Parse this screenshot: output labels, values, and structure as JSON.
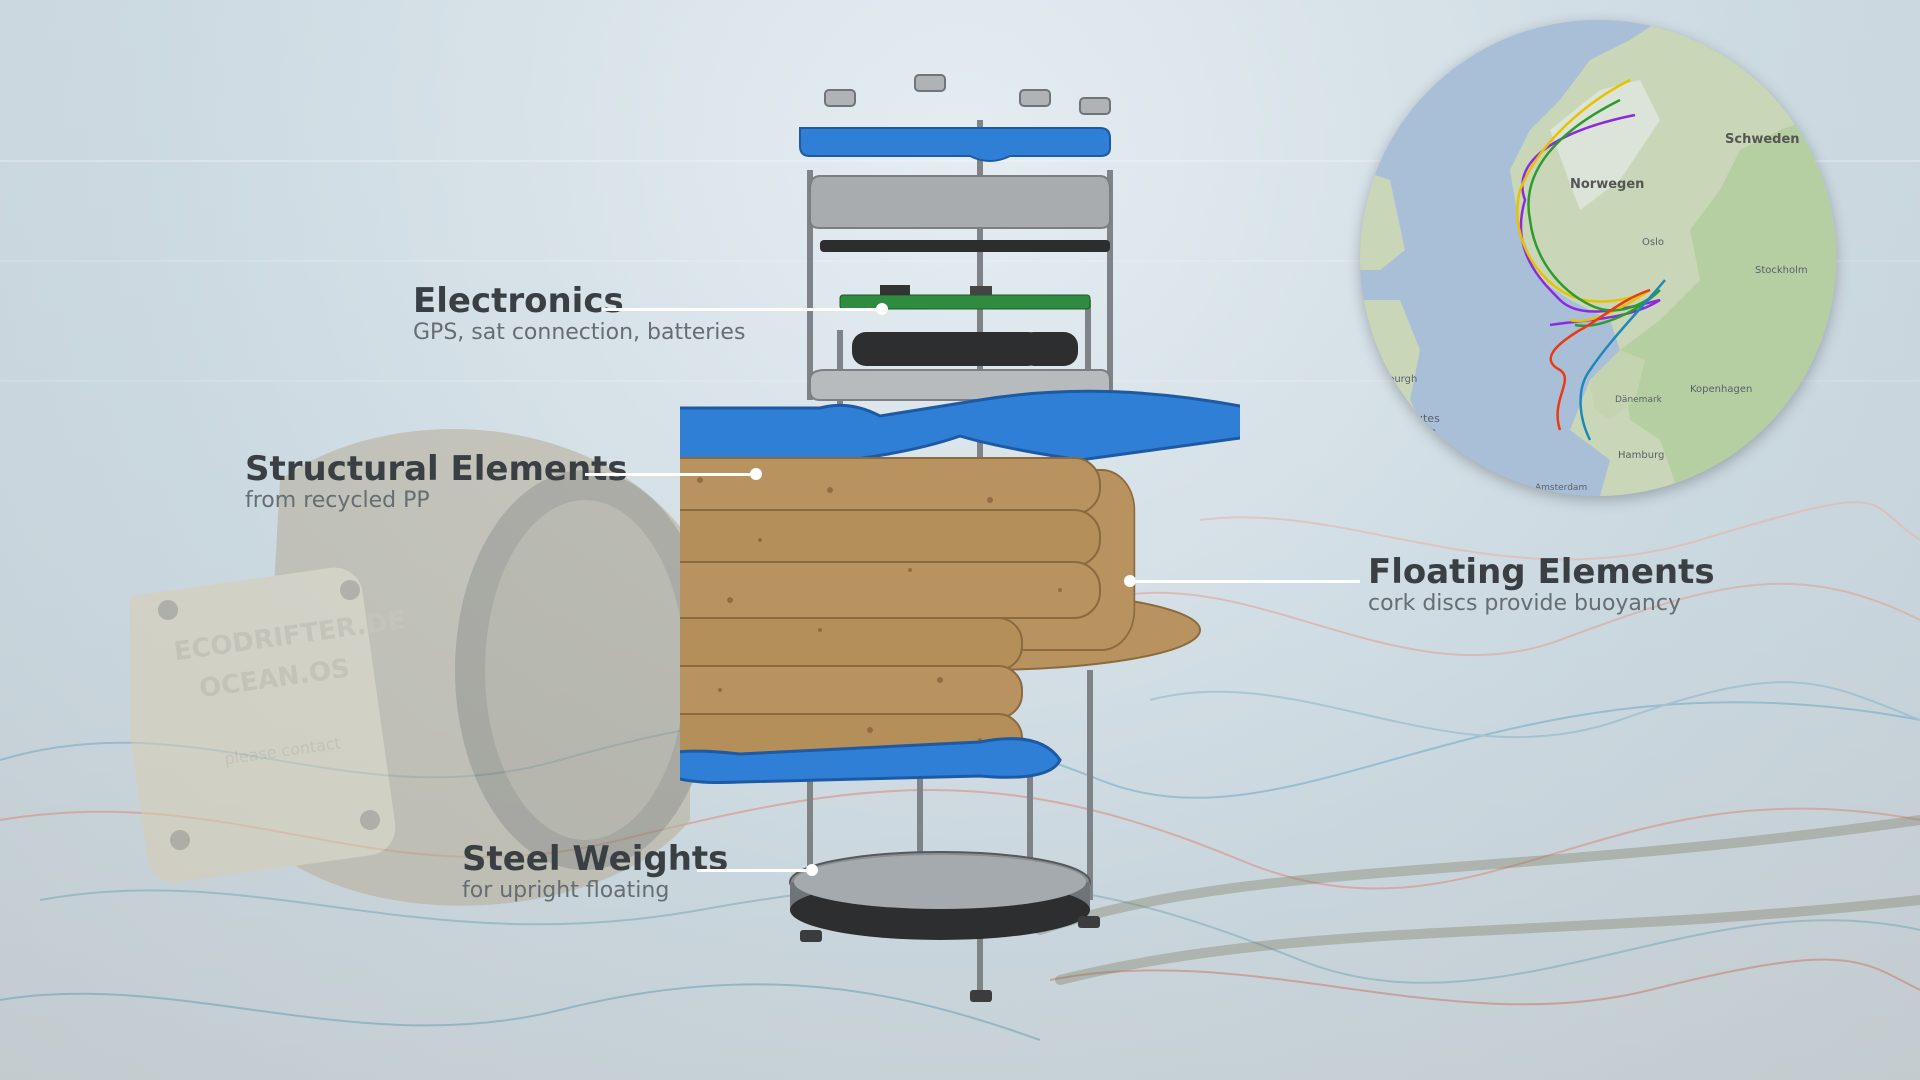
{
  "callouts": {
    "electronics": {
      "title": "Electronics",
      "subtitle": "GPS, sat connection, batteries"
    },
    "structural": {
      "title": "Structural Elements",
      "subtitle": "from recycled PP"
    },
    "floating": {
      "title": "Floating Elements",
      "subtitle": "cork discs provide buoyancy"
    },
    "weights": {
      "title": "Steel Weights",
      "subtitle": "for upright floating"
    }
  },
  "buoy_plate": {
    "line1": "ECODRIFTER.DE",
    "line2": "OCEAN.OS",
    "line3": "please contact"
  },
  "map": {
    "labels": {
      "norway": "Norwegen",
      "sweden": "Schweden",
      "oslo": "Oslo",
      "stockholm": "Stockholm",
      "copenhagen": "Kopenhagen",
      "denmark": "Dänemark",
      "hamburg": "Hamburg",
      "edinburgh": "burgh",
      "kingdom": "gtes",
      "kingdom2": "ich",
      "amsterdam": "Amsterdam"
    },
    "tracks": [
      {
        "color": "#8a2be2"
      },
      {
        "color": "#e6c200"
      },
      {
        "color": "#2e9b2e"
      },
      {
        "color": "#e83a14"
      },
      {
        "color": "#1e88b8"
      }
    ]
  },
  "colors": {
    "structural": "#2f7fd6",
    "cork": "#b8935f",
    "steel": "#8a8f94",
    "housing": "#a9acaf"
  }
}
